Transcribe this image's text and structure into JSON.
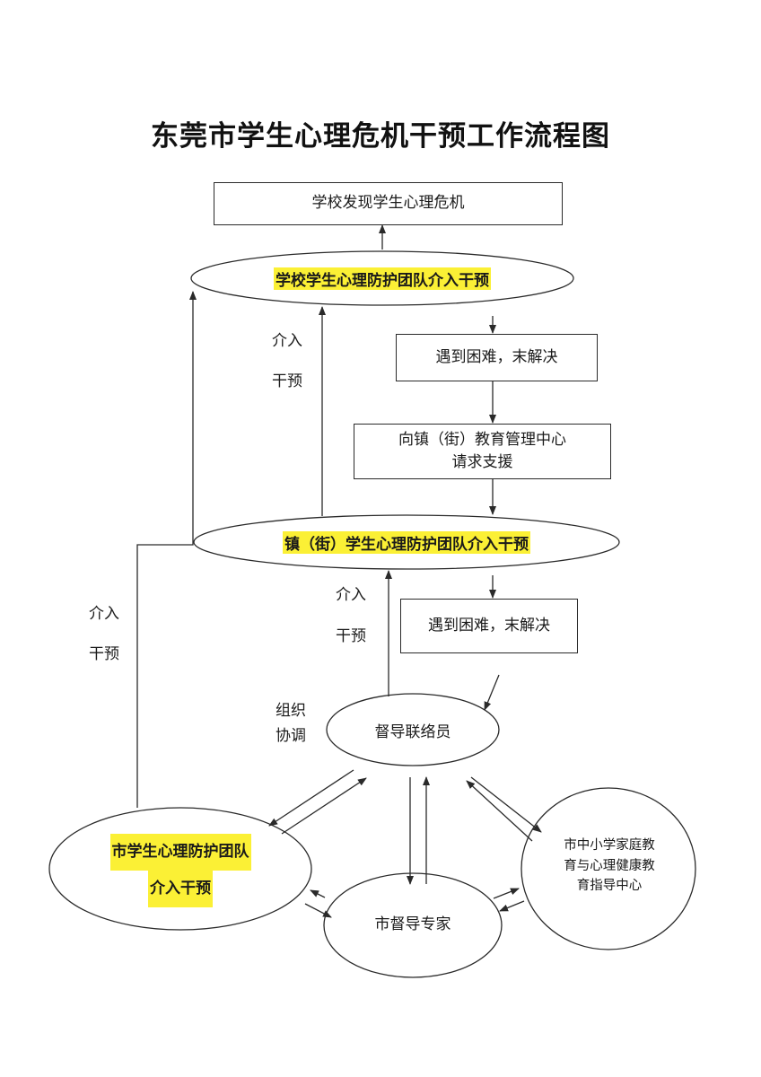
{
  "title": "东莞市学生心理危机干预工作流程图",
  "nodes": {
    "school_detect": "学校发现学生心理危机",
    "school_team": "学校学生心理防护团队介入干预",
    "difficulty_1": "遇到困难，末解决",
    "request_line1": "向镇（街）教育管理中心",
    "request_line2": "请求支援",
    "town_team": "镇（街）学生心理防护团队介入干预",
    "difficulty_2": "遇到困难，末解决",
    "supervisor": "督导联络员",
    "city_team_line1": "市学生心理防护团队",
    "city_team_line2": "介入干预",
    "city_expert": "市督导专家",
    "center_line1": "市中小学家庭教",
    "center_line2": "育与心理健康教",
    "center_line3": "育指导中心"
  },
  "labels": {
    "intervene_a1": "介入",
    "intervene_a2": "干预",
    "intervene_b1": "介入",
    "intervene_b2": "干预",
    "intervene_c1": "介入",
    "intervene_c2": "干预",
    "organize1": "组织",
    "organize2": "协调"
  }
}
